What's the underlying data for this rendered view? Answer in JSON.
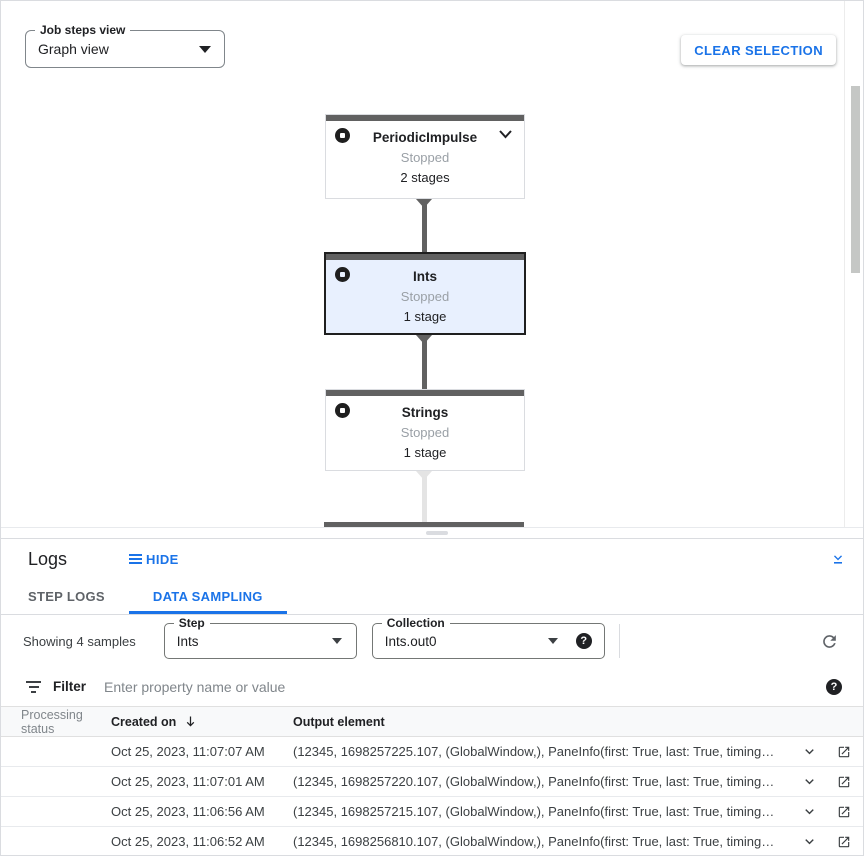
{
  "colors": {
    "accent_blue": "#1a73e8",
    "node_top_bar": "#616161",
    "selected_node_bg": "#e8f0fe",
    "status_text_gray": "#9aa0a6"
  },
  "top_toolbar": {
    "view_select": {
      "label": "Job steps view",
      "value": "Graph view"
    },
    "clear_selection_label": "CLEAR SELECTION"
  },
  "graph": {
    "nodes": [
      {
        "title": "PeriodicImpulse",
        "status": "Stopped",
        "stages": "2 stages",
        "selected": false,
        "has_chevron": true
      },
      {
        "title": "Ints",
        "status": "Stopped",
        "stages": "1 stage",
        "selected": true,
        "has_chevron": false
      },
      {
        "title": "Strings",
        "status": "Stopped",
        "stages": "1 stage",
        "selected": false,
        "has_chevron": false
      }
    ]
  },
  "logs": {
    "title": "Logs",
    "hide_label": "HIDE",
    "tabs": {
      "step_logs": "STEP LOGS",
      "data_sampling": "DATA SAMPLING"
    },
    "sampling": {
      "showing": "Showing 4 samples",
      "step": {
        "label": "Step",
        "value": "Ints"
      },
      "collection": {
        "label": "Collection",
        "value": "Ints.out0"
      }
    },
    "filter": {
      "label": "Filter",
      "placeholder": "Enter property name or value"
    },
    "table": {
      "columns": {
        "status": "Processing status",
        "created": "Created on",
        "output": "Output element"
      },
      "rows": [
        {
          "created": "Oct 25, 2023, 11:07:07 AM",
          "output": "(12345, 1698257225.107, (GlobalWindow,), PaneInfo(first: True, last: True, timing…"
        },
        {
          "created": "Oct 25, 2023, 11:07:01 AM",
          "output": "(12345, 1698257220.107, (GlobalWindow,), PaneInfo(first: True, last: True, timing…"
        },
        {
          "created": "Oct 25, 2023, 11:06:56 AM",
          "output": "(12345, 1698257215.107, (GlobalWindow,), PaneInfo(first: True, last: True, timing…"
        },
        {
          "created": "Oct 25, 2023, 11:06:52 AM",
          "output": "(12345, 1698256810.107, (GlobalWindow,), PaneInfo(first: True, last: True, timing…"
        }
      ]
    }
  },
  "icons": {
    "help_glyph": "?"
  }
}
